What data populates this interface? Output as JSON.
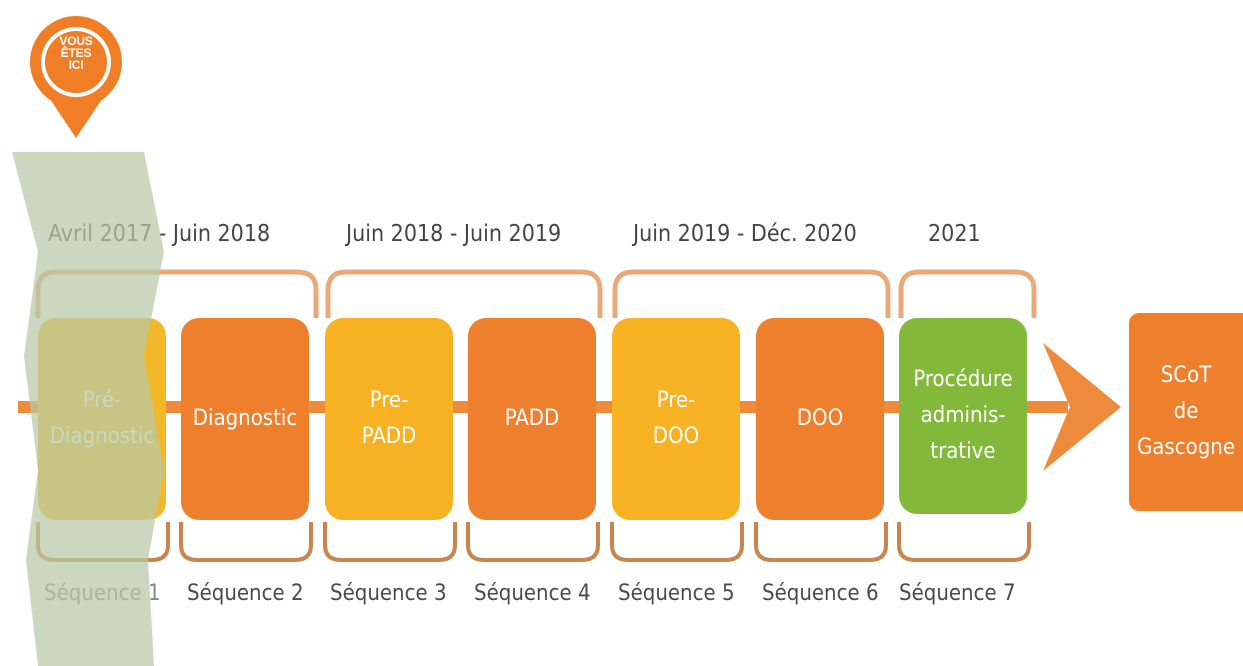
{
  "pin": {
    "lines": [
      "VOUS",
      "ÊTES",
      "ICI"
    ],
    "color": "#f07e26"
  },
  "periods": [
    "Avril 2017 - Juin 2018",
    "Juin 2018 - Juin 2019",
    "Juin 2019 - Déc. 2020",
    "2021"
  ],
  "steps": [
    {
      "lines": [
        "Pré-",
        "Diagnostic"
      ],
      "tone": "light"
    },
    {
      "lines": [
        "Diagnostic"
      ],
      "tone": "dark"
    },
    {
      "lines": [
        "Pre-",
        "PADD"
      ],
      "tone": "light"
    },
    {
      "lines": [
        "PADD"
      ],
      "tone": "dark"
    },
    {
      "lines": [
        "Pre-",
        "DOO"
      ],
      "tone": "light"
    },
    {
      "lines": [
        "DOO"
      ],
      "tone": "dark"
    },
    {
      "lines": [
        "Procédure",
        "adminis-",
        "trative"
      ],
      "tone": "green"
    }
  ],
  "final": {
    "lines": [
      "SCoT",
      "de",
      "Gascogne"
    ]
  },
  "sequences": [
    "Séquence 1",
    "Séquence 2",
    "Séquence 3",
    "Séquence 4",
    "Séquence 5",
    "Séquence 6",
    "Séquence 7"
  ],
  "colors": {
    "arrow": "#ee8a3c",
    "light_step": "#f6b223",
    "dark_step": "#ee7f2d",
    "green_step": "#83b93a",
    "bracket": "#e8a97b",
    "highlight": "#b7c9a6"
  }
}
